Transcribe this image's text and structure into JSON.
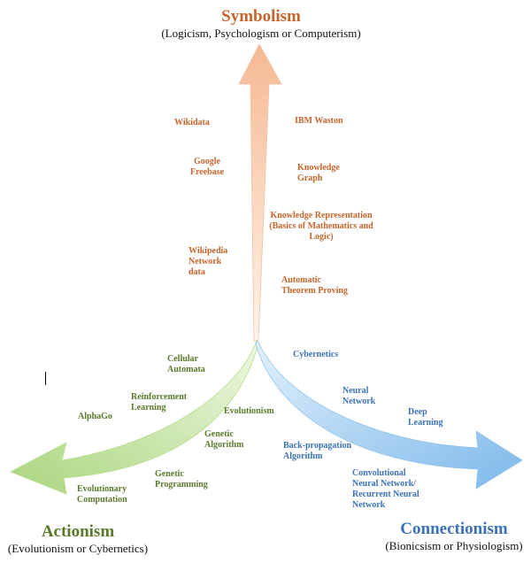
{
  "headings": {
    "symbolism": {
      "title": "Symbolism",
      "subtitle": "(Logicism, Psychologism or Computerism)"
    },
    "actionism": {
      "title": "Actionism",
      "subtitle": "(Evolutionism or Cybernetics)"
    },
    "connectionism": {
      "title": "Connectionism",
      "subtitle": "(Bionicsism or Physiologism)"
    }
  },
  "colors": {
    "symbolism": "#c8642a",
    "actionism": "#5a7a2a",
    "connectionism": "#3a72b8",
    "arrow_symbolism": "#f7c6a6",
    "arrow_actionism": "#bfe09a",
    "arrow_connectionism": "#9ccbf0"
  },
  "symbolism_items": {
    "wikidata": "Wikidata",
    "ibm_watson": "IBM Waston",
    "google_freebase": [
      "Google",
      "Freebase"
    ],
    "knowledge_graph": [
      "Knowledge",
      "Graph"
    ],
    "knowledge_representation": [
      "Knowledge Representation",
      "(Basics of Mathematics and",
      "Logic)"
    ],
    "wikipedia_network_data": [
      "Wikipedia",
      "Network",
      "data"
    ],
    "automatic_theorem_proving": [
      "Automatic",
      "Theorem Proving"
    ]
  },
  "actionism_items": {
    "cellular_automata": [
      "Cellular",
      "Automata"
    ],
    "reinforcement_learning": [
      "Reinforcement",
      "Learning"
    ],
    "alphago": "AlphaGo",
    "evolutionism": "Evolutionism",
    "genetic_algorithm": [
      "Genetic",
      "Algorithm"
    ],
    "genetic_programming": [
      "Genetic",
      "Programming"
    ],
    "evolutionary_computation": [
      "Evolutionary",
      "Computation"
    ]
  },
  "connectionism_items": {
    "cybernetics": "Cybernetics",
    "neural_network": [
      "Neural",
      "Network"
    ],
    "deep_learning": [
      "Deep",
      "Learning"
    ],
    "back_propagation": [
      "Back-propagation",
      "Algorithm"
    ],
    "cnn_rnn": [
      "Convolutional",
      "Neural Network/",
      "Recurrent Neural",
      "Network"
    ]
  }
}
